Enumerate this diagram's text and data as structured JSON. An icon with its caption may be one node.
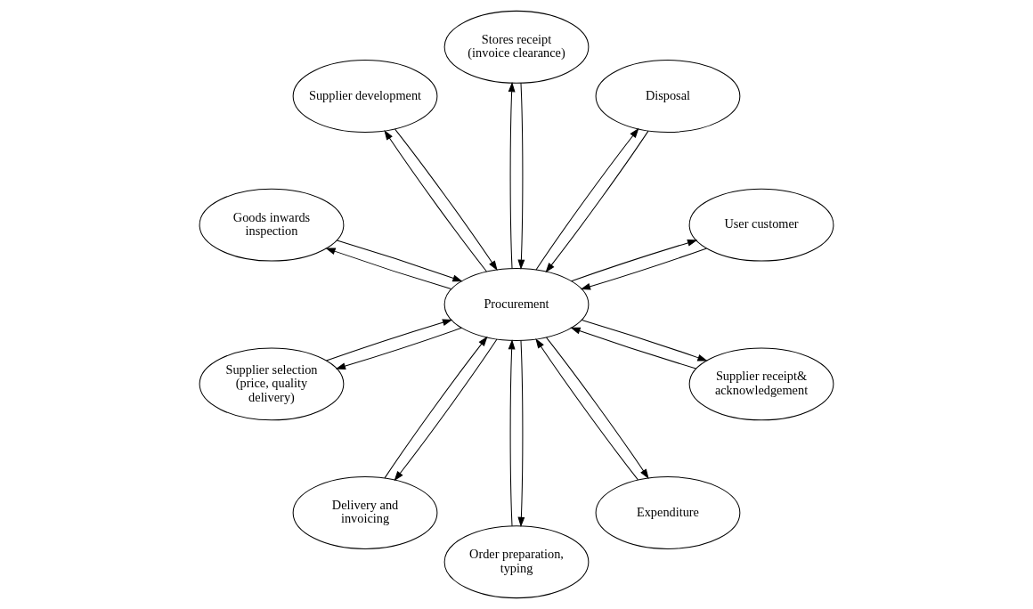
{
  "diagram": {
    "nodes": [
      {
        "text": [
          "User customer"
        ]
      },
      {
        "text": [
          "Disposal"
        ]
      },
      {
        "text": [
          "Stores receipt (invoice clearance)"
        ]
      },
      {
        "text": [
          "Supplier development"
        ]
      },
      {
        "text": [
          "Goods inwards inspection"
        ]
      },
      {
        "text": [
          "Procurement"
        ]
      },
      {
        "text": [
          "Supplier selection (price, quality delivery)"
        ]
      },
      {
        "text": [
          "Delivery and invoicing"
        ]
      },
      {
        "text": [
          "Order preparation, typing"
        ]
      },
      {
        "text": [
          "Expenditure"
        ]
      },
      {
        "text": [
          "Supplier receipt& acknowledgement"
        ]
      }
    ],
    "edges": [
      {
        "from": 5,
        "to": 0,
        "arrow": "to"
      },
      {
        "from": 0,
        "to": 5,
        "arrow": "to"
      },
      {
        "from": 5,
        "to": 3,
        "arrow": "to"
      },
      {
        "from": 3,
        "to": 5,
        "arrow": "to"
      },
      {
        "from": 5,
        "to": 6,
        "arrow": "to"
      },
      {
        "from": 6,
        "to": 5,
        "arrow": "to"
      },
      {
        "from": 5,
        "to": 8,
        "arrow": "to"
      },
      {
        "from": 8,
        "to": 5,
        "arrow": "to"
      },
      {
        "from": 5,
        "to": 10,
        "arrow": "to"
      },
      {
        "from": 10,
        "to": 5,
        "arrow": "to"
      },
      {
        "from": 5,
        "to": 9,
        "arrow": "to"
      },
      {
        "from": 9,
        "to": 5,
        "arrow": "to"
      },
      {
        "from": 5,
        "to": 7,
        "arrow": "to"
      },
      {
        "from": 7,
        "to": 5,
        "arrow": "to"
      },
      {
        "from": 5,
        "to": 4,
        "arrow": "to"
      },
      {
        "from": 4,
        "to": 5,
        "arrow": "to"
      },
      {
        "from": 5,
        "to": 2,
        "arrow": "to"
      },
      {
        "from": 2,
        "to": 5,
        "arrow": "to"
      },
      {
        "from": 5,
        "to": 1,
        "arrow": "to"
      },
      {
        "from": 1,
        "to": 5,
        "arrow": "to"
      }
    ]
  }
}
